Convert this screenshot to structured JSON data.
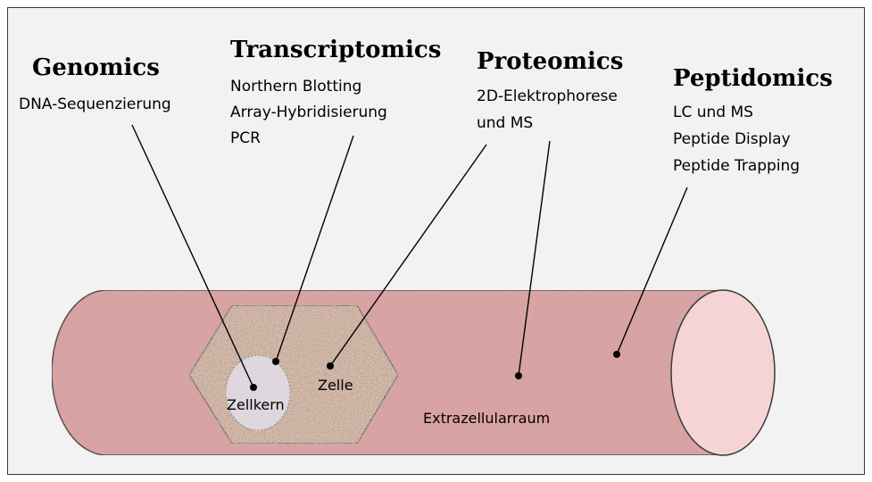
{
  "columns": [
    {
      "heading": "Genomics",
      "methods": [
        "DNA-Sequenzierung"
      ]
    },
    {
      "heading": "Transcriptomics",
      "methods": [
        "Northern Blotting",
        "Array-Hybridisierung",
        "PCR"
      ]
    },
    {
      "heading": "Proteomics",
      "methods": [
        "2D-Elektrophorese",
        "und MS"
      ]
    },
    {
      "heading": "Peptidomics",
      "methods": [
        "LC und MS",
        "Peptide Display",
        "Peptide Trapping"
      ]
    }
  ],
  "regions": {
    "nucleus": "Zellkern",
    "cell": "Zelle",
    "extracellular": "Extrazellularraum"
  },
  "colors": {
    "panel_background": "#f2f2f2",
    "frame": "#3a3a3a",
    "tube_fill": "#dfa6a9",
    "tube_end_fill": "#f6d4d5",
    "cell_fill": "#b8957e",
    "nucleus_fill": "#e6e2ea",
    "leader_line": "#000000"
  }
}
